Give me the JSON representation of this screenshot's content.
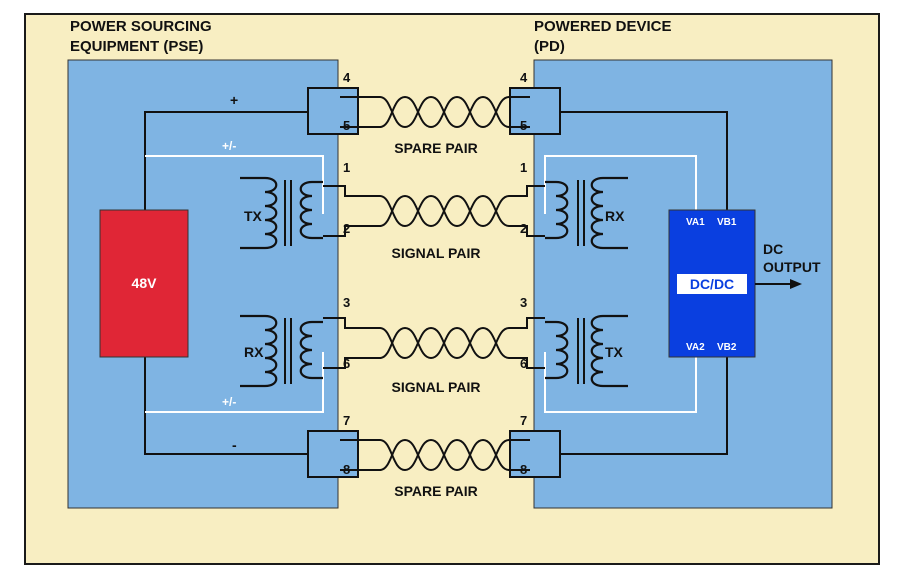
{
  "pse": {
    "title_line1": "POWER SOURCING",
    "title_line2": "EQUIPMENT (PSE)",
    "plus": "+",
    "minus": "-",
    "pm_top": "+/-",
    "pm_bottom": "+/-",
    "source": "48V",
    "tx": "TX",
    "rx": "RX"
  },
  "pd": {
    "title_line1": "POWERED DEVICE",
    "title_line2": "(PD)",
    "rx": "RX",
    "tx": "TX",
    "converter": "DC/DC",
    "va1": "VA1",
    "vb1": "VB1",
    "va2": "VA2",
    "vb2": "VB2",
    "output_line1": "DC",
    "output_line2": "OUTPUT"
  },
  "pairs": {
    "spare_top": "SPARE PAIR",
    "signal_top": "SIGNAL PAIR",
    "signal_bottom": "SIGNAL PAIR",
    "spare_bottom": "SPARE PAIR"
  },
  "pins": {
    "p4": "4",
    "p5": "5",
    "p1": "1",
    "p2": "2",
    "p3": "3",
    "p6": "6",
    "p7": "7",
    "p8": "8"
  },
  "colors": {
    "background": "#f8eec2",
    "panel": "#7fb4e3",
    "source": "#e02636",
    "converter": "#0a3fe0"
  }
}
